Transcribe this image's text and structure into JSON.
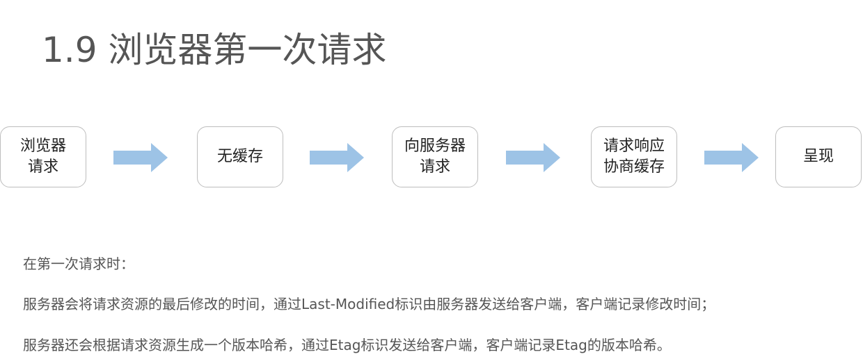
{
  "title": "1.9 浏览器第一次请求",
  "flow": {
    "steps": [
      {
        "line1": "浏览器",
        "line2": "请求"
      },
      {
        "line1": "无缓存",
        "line2": ""
      },
      {
        "line1": "向服务器",
        "line2": "请求"
      },
      {
        "line1": "请求响应",
        "line2": "协商缓存"
      },
      {
        "line1": "呈现",
        "line2": ""
      }
    ],
    "arrow_color": "#9dc3e6"
  },
  "description": {
    "heading": "在第一次请求时：",
    "para1": "服务器会将请求资源的最后修改的时间，通过Last-Modified标识由服务器发送给客户端，客户端记录修改时间；",
    "para2": "服务器还会根据请求资源生成一个版本哈希，通过Etag标识发送给客户端，客户端记录Etag的版本哈希。"
  }
}
